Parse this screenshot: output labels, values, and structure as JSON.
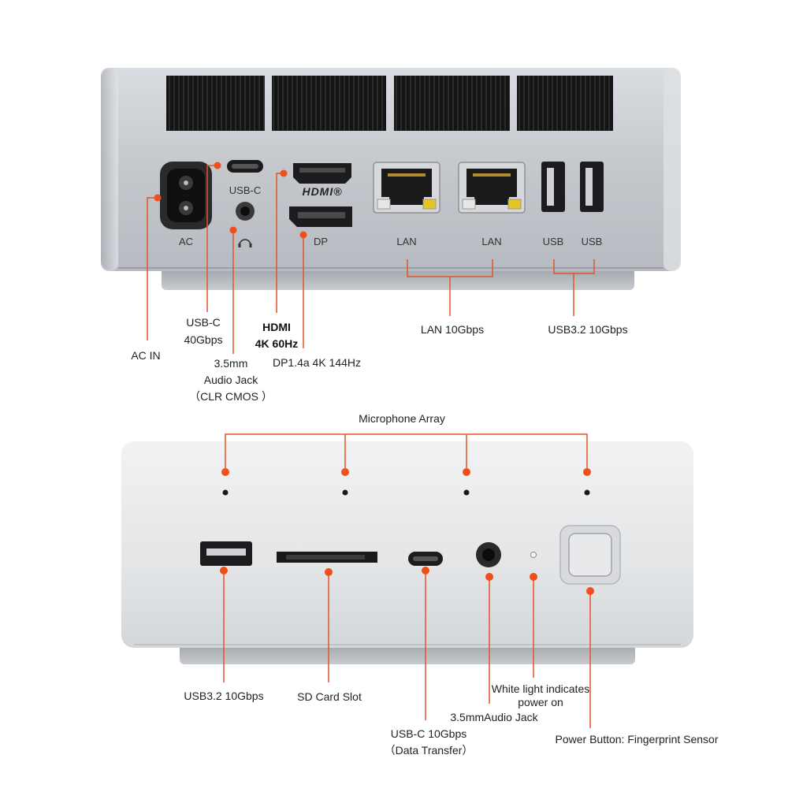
{
  "rear_panel": {
    "port_labels": {
      "ac": "AC",
      "usb_c": "USB-C",
      "hdmi_logo": "HDMI®",
      "dp": "DP",
      "lan_1": "LAN",
      "lan_2": "LAN",
      "usb_1": "USB",
      "usb_2": "USB"
    },
    "callouts": {
      "ac_in": "AC IN",
      "usb_c_line1": "USB-C",
      "usb_c_line2": "40Gbps",
      "audio_line1": "3.5mm",
      "audio_line2": "Audio Jack",
      "audio_line3": "（CLR CMOS ）",
      "hdmi_line1": "HDMI",
      "hdmi_line2": "4K 60Hz",
      "dp": "DP1.4a 4K 144Hz",
      "lan": "LAN 10Gbps",
      "usb": "USB3.2 10Gbps"
    }
  },
  "front_panel": {
    "callouts": {
      "microphone": "Microphone Array",
      "usb": "USB3.2 10Gbps",
      "sd": "SD Card Slot",
      "usb_c_line1": "USB-C 10Gbps",
      "usb_c_line2": "（Data Transfer）",
      "audio": "3.5mmAudio Jack",
      "led_line1": "White light indicates",
      "led_line2": "power on",
      "power": "Power Button: Fingerprint Sensor"
    }
  },
  "colors": {
    "accent": "#e2542a",
    "dot": "#f04e1c",
    "chassis": "#c9ccd0"
  }
}
